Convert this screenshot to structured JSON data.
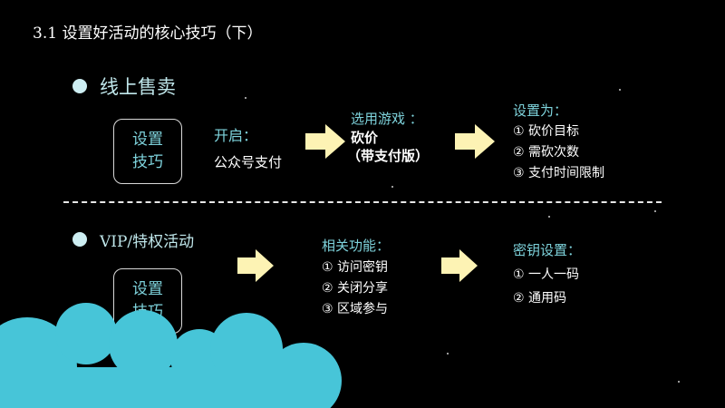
{
  "title": "3.1 设置好活动的核心技巧（下）",
  "section1": {
    "heading": "线上售卖",
    "box": [
      "设置",
      "技巧"
    ],
    "open_label": "开启：",
    "open_value": "公众号支付",
    "select_label": "选用游戏 ：",
    "select_value1": "砍价",
    "select_value2": "（带支付版）",
    "set_label": "设置为：",
    "set_items": [
      "①  砍价目标",
      "②  需砍次数",
      "③  支付时间限制"
    ]
  },
  "section2": {
    "heading": "VIP/特权活动",
    "box": [
      "设置",
      "技巧"
    ],
    "func_label": "相关功能：",
    "func_items": [
      "①  访问密钥",
      "②  关闭分享",
      "③  区域参与"
    ],
    "key_label": "密钥设置：",
    "key_items": [
      "①  一人一码",
      "②  通用码"
    ]
  },
  "colors": {
    "accent_cyan": "#7ed3dc",
    "arrow_fill": "#fdf3b4",
    "cloud": "#47c5d8",
    "background": "#000000"
  }
}
